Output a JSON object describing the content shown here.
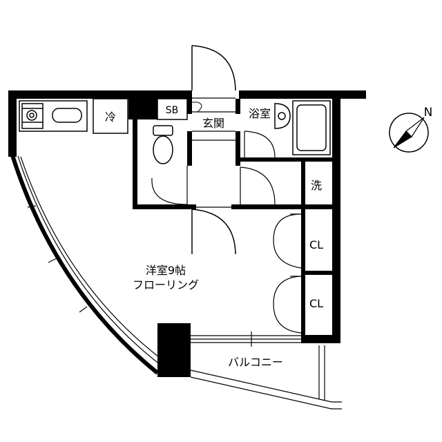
{
  "rooms": {
    "refrigerator": "冷",
    "shoe_box": "SB",
    "entrance": "玄関",
    "bathroom": "浴室",
    "washer": "洗",
    "closet_upper": "CL",
    "closet_lower": "CL",
    "western_room": "洋室9帖",
    "flooring": "フローリング",
    "balcony": "バルコニー"
  },
  "compass": {
    "north_label": "N"
  },
  "colors": {
    "wall": "#000000",
    "background": "#ffffff",
    "line": "#000000",
    "fixture_fill": "#ffffff"
  }
}
